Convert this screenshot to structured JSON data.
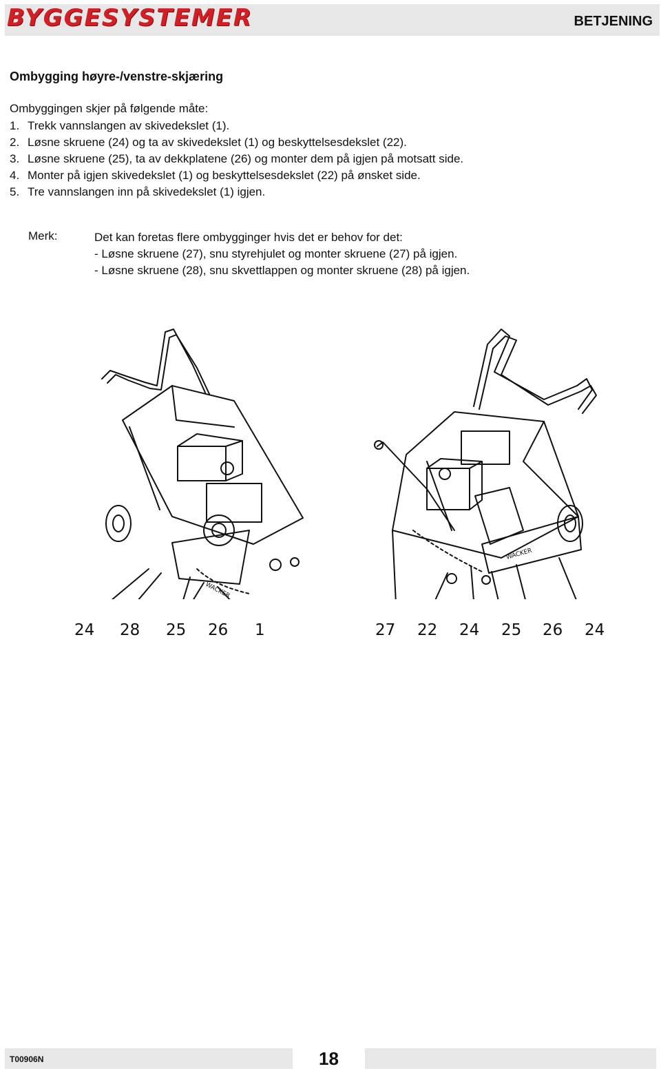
{
  "header": {
    "brand": "BYGGESYSTEMER",
    "section": "BETJENING"
  },
  "content": {
    "title": "Ombygging høyre-/venstre-skjæring",
    "intro": "Ombyggingen skjer på følgende måte:",
    "steps": [
      {
        "num": "1.",
        "text": "Trekk vannslangen av skivedekslet (1)."
      },
      {
        "num": "2.",
        "text": "Løsne skruene (24) og ta av skivedekslet (1) og beskyttelsesdekslet (22)."
      },
      {
        "num": "3.",
        "text": "Løsne skruene (25), ta av dekkplatene (26) og monter dem på igjen på motsatt side."
      },
      {
        "num": "4.",
        "text": "Monter på igjen skivedekslet (1) og beskyttelsesdekslet (22) på ønsket side."
      },
      {
        "num": "5.",
        "text": "Tre vannslangen inn på skivedekslet (1) igjen."
      }
    ],
    "note_label": "Merk:",
    "note_lines": [
      "Det kan foretas flere ombygginger hvis det er behov for det:",
      "- Løsne skruene (27), snu styrehjulet og monter skruene (27) på igjen.",
      "- Løsne skruene (28), snu skvettlappen og monter skruene (28) på igjen."
    ]
  },
  "figure": {
    "left_callouts": [
      "24",
      "28",
      "25",
      "26",
      "1"
    ],
    "right_callouts": [
      "27",
      "22",
      "24",
      "25",
      "26",
      "24"
    ],
    "logo_text": "WACKER"
  },
  "footer": {
    "doc_code": "T00906N",
    "page_number": "18"
  },
  "colors": {
    "brand": "#d21f26",
    "band": "#e7e7e7",
    "text": "#111111"
  }
}
